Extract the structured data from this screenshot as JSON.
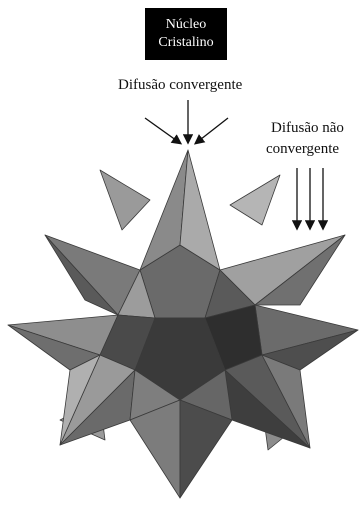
{
  "nucleus_box": {
    "line1": "Núcleo",
    "line2": "Cristalino",
    "background_color": "#000000",
    "text_color": "#ffffff"
  },
  "labels": {
    "convergent": "Difusão convergente",
    "non_convergent_line1": "Difusão não",
    "non_convergent_line2": "convergente"
  },
  "shape": {
    "name": "small-stellated-dodecahedron",
    "face_colors": {
      "light": "#a8a8a8",
      "mid_light": "#8f8f8f",
      "mid": "#777777",
      "mid_dark": "#5e5e5e",
      "dark": "#444444",
      "darkest": "#2a2a2a"
    }
  },
  "arrows": {
    "convergent_count": 3,
    "non_convergent_count": 3,
    "color": "#111111"
  }
}
